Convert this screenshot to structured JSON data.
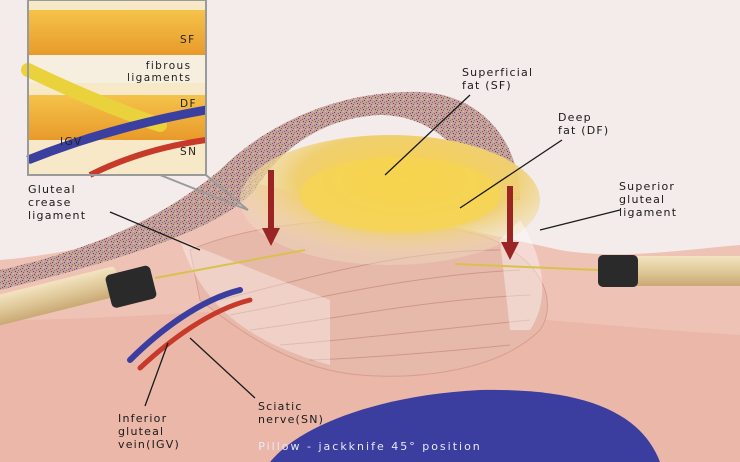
{
  "labels": {
    "superficial_fat": "Superficial\nfat (SF)",
    "deep_fat": "Deep\nfat (DF)",
    "superior_gluteal_ligament": "Superior\ngluteal\nligament",
    "gluteal_crease_ligament": "Gluteal\ncrease\nligament",
    "sciatic_nerve": "Sciatic\nnerve(SN)",
    "inferior_gluteal_vein": "Inferior\ngluteal\nvein(IGV)"
  },
  "inset": {
    "sf": "SF",
    "fibrous_ligaments": "fibrous\nligaments",
    "df": "DF",
    "igv": "IGV",
    "sn": "SN"
  },
  "caption": "Pillow - jackknife 45° position",
  "colors": {
    "background": "#f4ecea",
    "skin_speckle": "#b4808c",
    "fat_yellow": "#f2c63a",
    "muscle": "#e4b9a8",
    "vein_blue": "#3b3e9e",
    "nerve_red": "#c73a2a",
    "arrow_red": "#9b2424",
    "pillow": "#3b3d9f"
  }
}
